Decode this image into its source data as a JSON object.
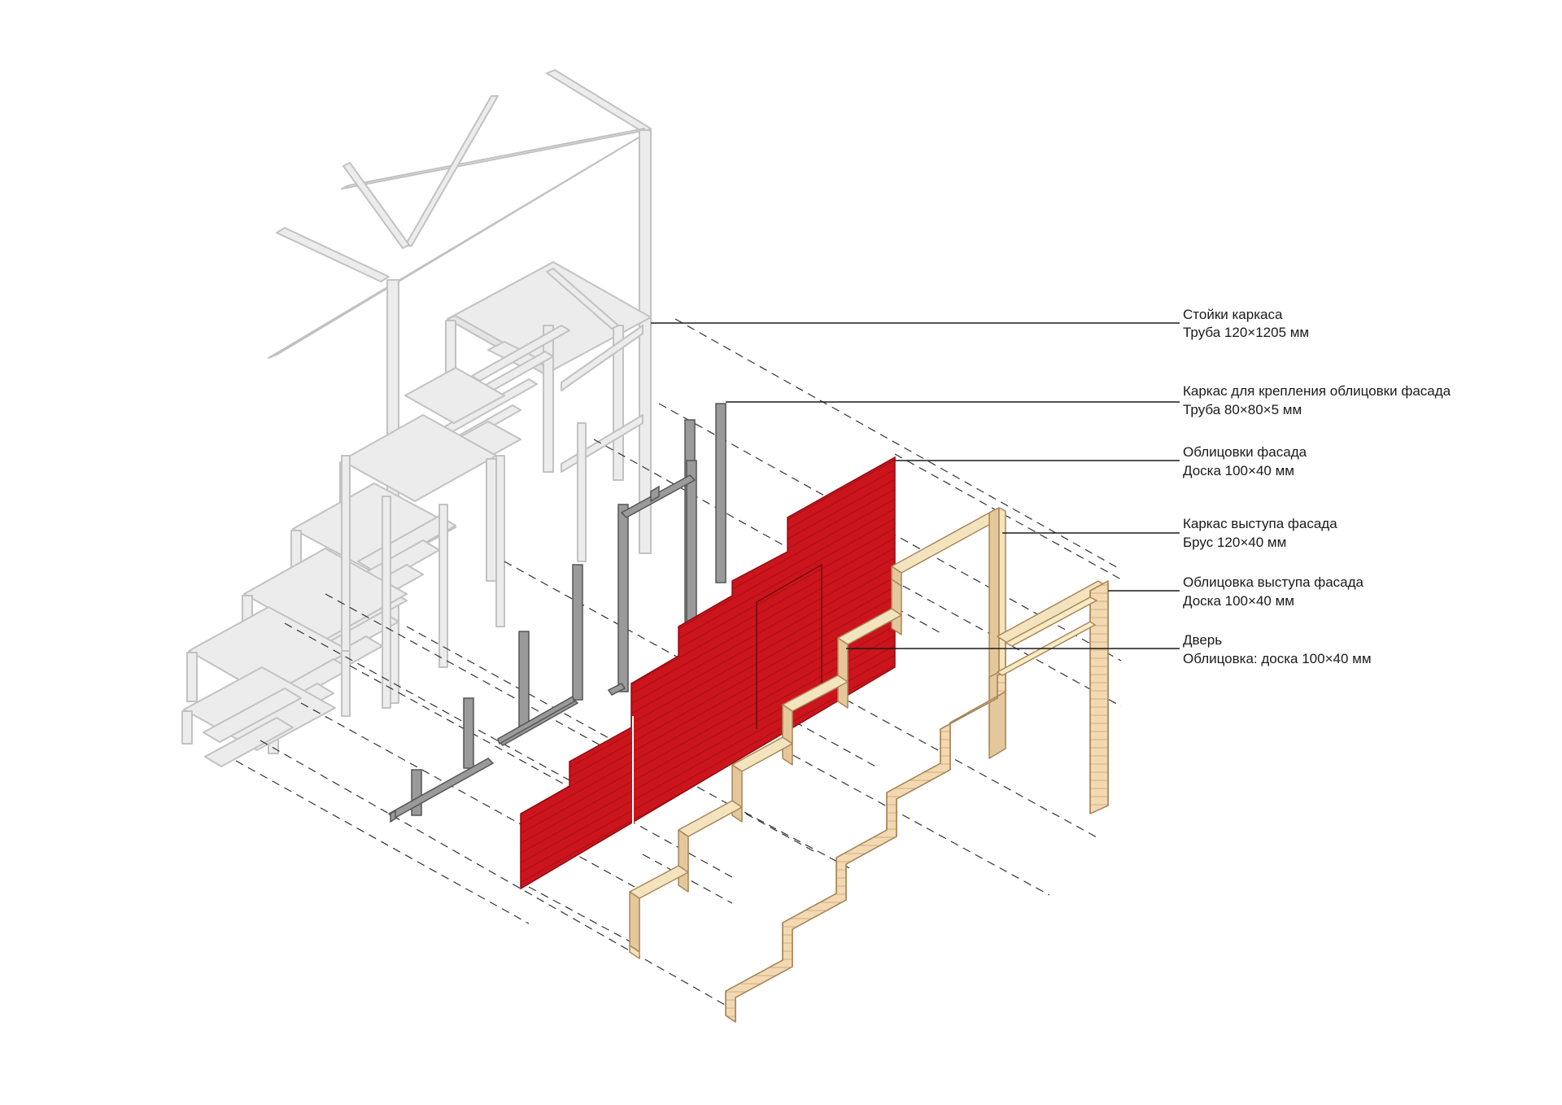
{
  "callouts": [
    {
      "id": "frame-posts",
      "line1": "Стойки каркаса",
      "line2": "Труба 120×1205 мм"
    },
    {
      "id": "cladding-frame",
      "line1": "Каркас для крепления облицовки фасада",
      "line2": "Труба 80×80×5 мм"
    },
    {
      "id": "facade-cladding",
      "line1": "Облицовки фасада",
      "line2": "Доска 100×40 мм"
    },
    {
      "id": "ledge-frame",
      "line1": "Каркас выступа фасада",
      "line2": "Брус 120×40 мм"
    },
    {
      "id": "ledge-cladding",
      "line1": "Облицовка выступа фасада",
      "line2": "Доска 100×40 мм"
    },
    {
      "id": "door",
      "line1": "Дверь",
      "line2": "Облицовка: доска 100×40 мм"
    }
  ],
  "colors": {
    "background": "#ffffff",
    "structure": "#e2e2e2",
    "structure_edge": "#c4c4c4",
    "pipe": "#8e8e8e",
    "pipe_edge": "#5c5c5c",
    "facade_red": "#cc141c",
    "facade_red_dark": "#8f0d12",
    "wood": "#f1d9b5",
    "wood_light": "#f7ebc4",
    "wood_edge": "#b08c5f",
    "leader": "#1a1a1a",
    "dashed": "#333333"
  }
}
